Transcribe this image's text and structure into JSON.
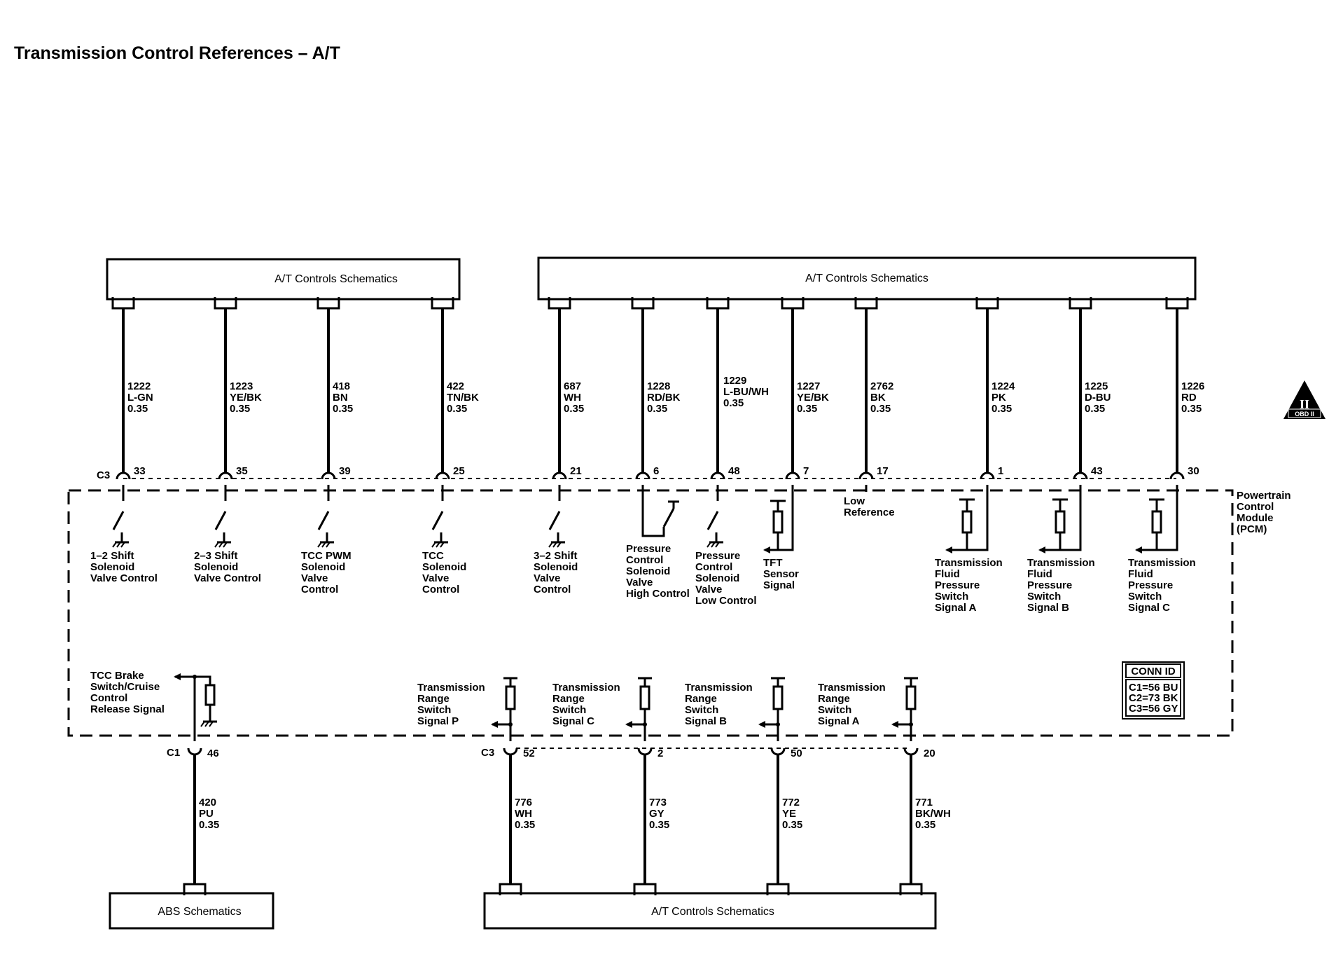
{
  "title": "Transmission Control References – A/T",
  "badge": {
    "numeral": "II",
    "text": "OBD II"
  },
  "module": {
    "label": [
      "Powertrain",
      "Control",
      "Module",
      "(PCM)"
    ]
  },
  "boxes": {
    "top_left": "A/T Controls Schematics",
    "top_right": "A/T Controls Schematics",
    "bottom_left": "ABS Schematics",
    "bottom_right": "A/T Controls Schematics"
  },
  "connectors": {
    "top": "C3",
    "bottom_left": "C1",
    "bottom_right": "C3"
  },
  "conn_id": {
    "title": "CONN ID",
    "lines": [
      "C1=56 BU",
      "C2=73 BK",
      "C3=56 GY"
    ]
  },
  "top_circuits": [
    {
      "circuit": "1222",
      "color": "L-GN",
      "gauge": "0.35",
      "pin": "33",
      "label": [
        "1–2 Shift",
        "Solenoid",
        "Valve Control"
      ]
    },
    {
      "circuit": "1223",
      "color": "YE/BK",
      "gauge": "0.35",
      "pin": "35",
      "label": [
        "2–3 Shift",
        "Solenoid",
        "Valve Control"
      ]
    },
    {
      "circuit": "418",
      "color": "BN",
      "gauge": "0.35",
      "pin": "39",
      "label": [
        "TCC PWM",
        "Solenoid",
        "Valve",
        "Control"
      ]
    },
    {
      "circuit": "422",
      "color": "TN/BK",
      "gauge": "0.35",
      "pin": "25",
      "label": [
        "TCC",
        "Solenoid",
        "Valve",
        "Control"
      ]
    },
    {
      "circuit": "687",
      "color": "WH",
      "gauge": "0.35",
      "pin": "21",
      "label": [
        "3–2 Shift",
        "Solenoid",
        "Valve",
        "Control"
      ]
    },
    {
      "circuit": "1228",
      "color": "RD/BK",
      "gauge": "0.35",
      "pin": "6",
      "label": [
        "Pressure",
        "Control",
        "Solenoid",
        "Valve",
        "High Control"
      ]
    },
    {
      "circuit": "1229",
      "color": "L-BU/WH",
      "gauge": "0.35",
      "pin": "48",
      "label": [
        "Pressure",
        "Control",
        "Solenoid",
        "Valve",
        "Low Control"
      ]
    },
    {
      "circuit": "1227",
      "color": "YE/BK",
      "gauge": "0.35",
      "pin": "7",
      "label": [
        "TFT",
        "Sensor",
        "Signal"
      ]
    },
    {
      "circuit": "2762",
      "color": "BK",
      "gauge": "0.35",
      "pin": "17",
      "label": [
        "Low",
        "Reference"
      ]
    },
    {
      "circuit": "1224",
      "color": "PK",
      "gauge": "0.35",
      "pin": "1",
      "label": [
        "Transmission",
        "Fluid",
        "Pressure",
        "Switch",
        "Signal A"
      ]
    },
    {
      "circuit": "1225",
      "color": "D-BU",
      "gauge": "0.35",
      "pin": "43",
      "label": [
        "Transmission",
        "Fluid",
        "Pressure",
        "Switch",
        "Signal B"
      ]
    },
    {
      "circuit": "1226",
      "color": "RD",
      "gauge": "0.35",
      "pin": "30",
      "label": [
        "Transmission",
        "Fluid",
        "Pressure",
        "Switch",
        "Signal C"
      ]
    }
  ],
  "bottom_circuits": [
    {
      "circuit": "420",
      "color": "PU",
      "gauge": "0.35",
      "pin": "46",
      "label": [
        "TCC Brake",
        "Switch/Cruise",
        "Control",
        "Release Signal"
      ]
    },
    {
      "circuit": "776",
      "color": "WH",
      "gauge": "0.35",
      "pin": "52",
      "label": [
        "Transmission",
        "Range",
        "Switch",
        "Signal P"
      ]
    },
    {
      "circuit": "773",
      "color": "GY",
      "gauge": "0.35",
      "pin": "2",
      "label": [
        "Transmission",
        "Range",
        "Switch",
        "Signal C"
      ]
    },
    {
      "circuit": "772",
      "color": "YE",
      "gauge": "0.35",
      "pin": "50",
      "label": [
        "Transmission",
        "Range",
        "Switch",
        "Signal B"
      ]
    },
    {
      "circuit": "771",
      "color": "BK/WH",
      "gauge": "0.35",
      "pin": "20",
      "label": [
        "Transmission",
        "Range",
        "Switch",
        "Signal A"
      ]
    }
  ]
}
